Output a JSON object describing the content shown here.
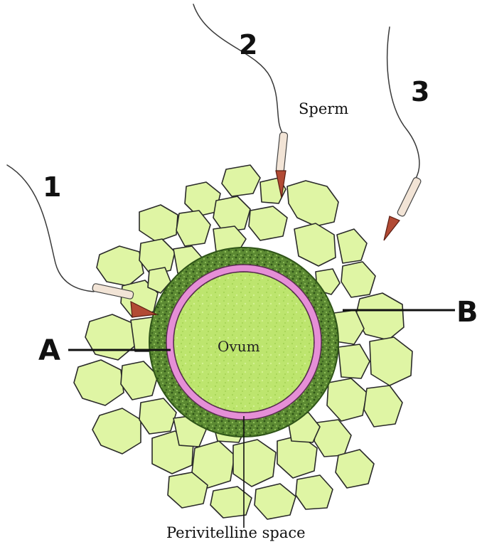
{
  "labels": {
    "sperm_1": "1",
    "sperm_2": "2",
    "sperm_3": "3",
    "sperm": "Sperm",
    "ovum": "Ovum",
    "a": "A",
    "b": "B",
    "perivitelline": "Perivitelline space"
  },
  "colors": {
    "follicle_cells": "#dff5a4",
    "zona_granular": "#4f7a2a",
    "membrane": "#e58fd6",
    "ovum_fill": "#b9e36b",
    "sperm_head": "#b24a34"
  }
}
